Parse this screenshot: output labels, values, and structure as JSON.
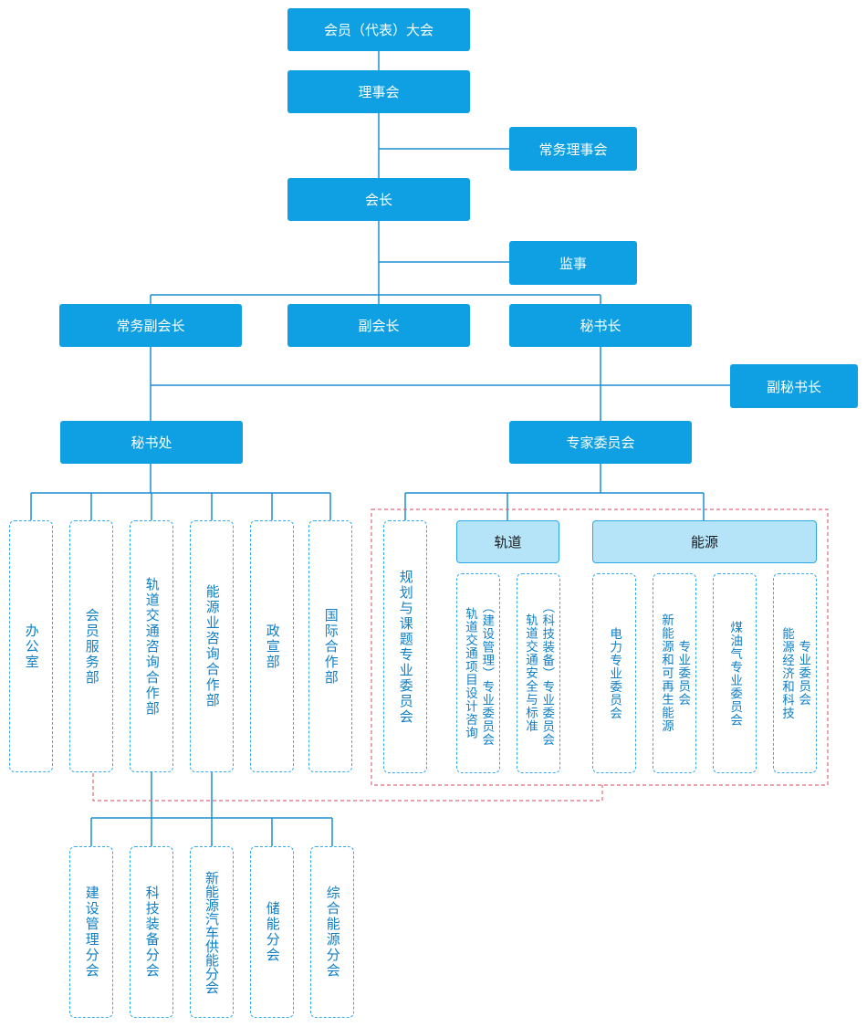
{
  "colors": {
    "primary": "#0ea0e3",
    "light": "#b5e4f8",
    "dashed_border": "#36aaea",
    "connector": "#1f8fd0",
    "red_dashed": "#e06a7a"
  },
  "nodes": {
    "congress": "会员（代表）大会",
    "council": "理事会",
    "standing_council": "常务理事会",
    "president": "会长",
    "supervisor": "监事",
    "exec_vp": "常务副会长",
    "vp": "副会长",
    "secretary_general": "秘书长",
    "deputy_sg": "副秘书长",
    "secretariat": "秘书处",
    "expert_committee": "专家委员会",
    "rail": "轨道",
    "energy": "能源"
  },
  "secretariat_depts": [
    "办公室",
    "会员服务部",
    "轨道交通咨询合作部",
    "能源业咨询合作部",
    "政宣部",
    "国际合作部"
  ],
  "planning_committee": "规划与课题专业委员会",
  "rail_committees": [
    [
      "轨道交通项目设计咨询",
      "（建设管理）专业委员会"
    ],
    [
      "轨道交通安全与标准",
      "（科技装备）专业委员会"
    ]
  ],
  "energy_committees": [
    [
      "电力专业委员会"
    ],
    [
      "新能源和可再生能源",
      "专业委员会"
    ],
    [
      "煤油气专业委员会"
    ],
    [
      "能源经济和科技",
      "专业委员会"
    ]
  ],
  "branches": [
    "建设管理分会",
    "科技装备分会",
    "新能源汽车供能分会",
    "储能分会",
    "综合能源分会"
  ]
}
